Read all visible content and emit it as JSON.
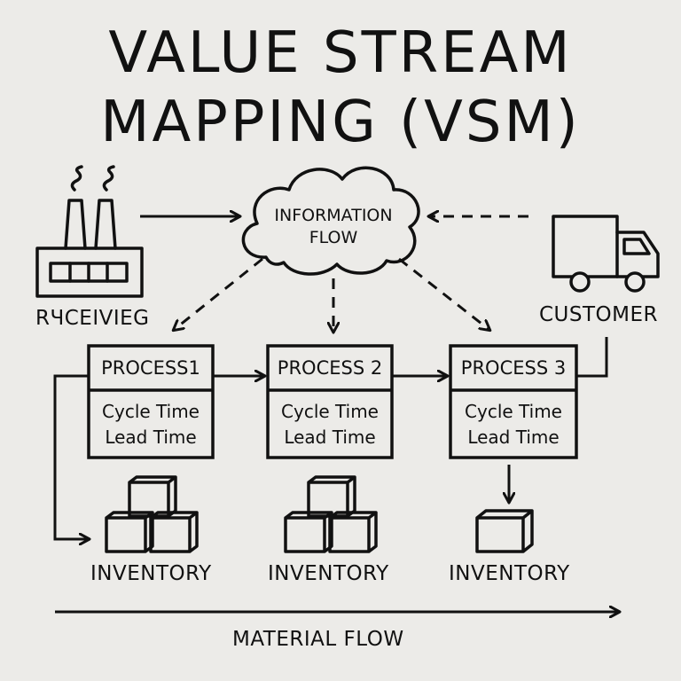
{
  "title": {
    "line1": "VALUE STREAM",
    "line2": "MAPPING (VSM)"
  },
  "supplier": {
    "label": "RЧCEIVIEG",
    "icon": "factory-icon"
  },
  "information_flow": {
    "line1": "INFORMATION",
    "line2": "FLOW",
    "icon": "cloud-icon"
  },
  "customer": {
    "label": "CUSTOMER",
    "icon": "truck-icon"
  },
  "processes": [
    {
      "title": "PROCESS1",
      "line1": "Cycle Time",
      "line2": "Lead Time"
    },
    {
      "title": "PROCESS 2",
      "line1": "Cycle Time",
      "line2": "Lead Time"
    },
    {
      "title": "PROCESS 3",
      "line1": "Cycle Time",
      "line2": "Lead Time"
    }
  ],
  "inventories": [
    {
      "label": "INVENTORY",
      "icon": "boxes-stack-icon"
    },
    {
      "label": "INVENTORY",
      "icon": "boxes-stack-icon"
    },
    {
      "label": "INVENTORY",
      "icon": "box-icon"
    }
  ],
  "material_flow": {
    "label": "MATERIAL FLOW"
  }
}
